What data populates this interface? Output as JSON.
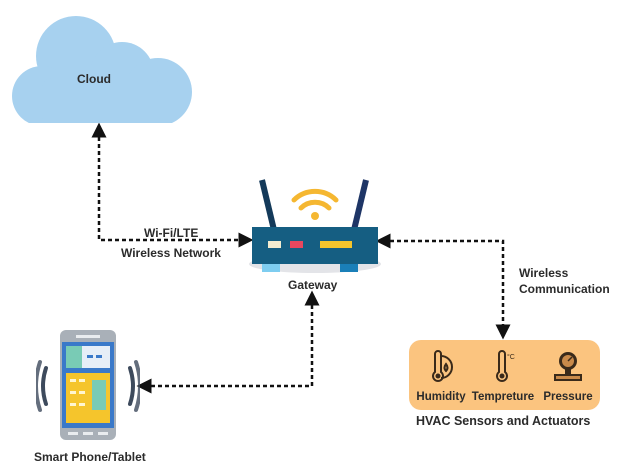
{
  "diagram": {
    "title": "HVAC IoT Architecture",
    "nodes": {
      "cloud": {
        "label": "Cloud",
        "color": "#a7d1ef"
      },
      "gateway": {
        "label": "Gateway",
        "body_color": "#155e82",
        "antenna_color": "#143a5a",
        "wifi_color": "#f5b731",
        "leds": [
          "#f3ecd0",
          "#e8475f",
          "#f5c52c"
        ]
      },
      "phone": {
        "label": "Smart Phone/Tablet",
        "frame_color": "#3a79c9",
        "keypad_color": "#f5c52c",
        "accent_color": "#79cbb5"
      },
      "hvac": {
        "label": "HVAC Sensors and Actuators",
        "box_color": "#fbc47f",
        "sensors": [
          {
            "name": "Humidity",
            "icon": "humidity-thermometer-icon"
          },
          {
            "name": "Tempreture",
            "icon": "thermometer-celsius-icon",
            "unit": "°C"
          },
          {
            "name": "Pressure",
            "icon": "pressure-gauge-icon"
          }
        ]
      }
    },
    "edges": [
      {
        "from": "gateway",
        "to": "cloud",
        "label_line1": "Wi-Fi/LTE",
        "label_line2": "Wireless Network",
        "style": "dotted",
        "bidirectional": true
      },
      {
        "from": "gateway",
        "to": "hvac",
        "label_line1": "Wireless",
        "label_line2": "Communication",
        "style": "dotted",
        "bidirectional": true
      },
      {
        "from": "gateway",
        "to": "phone",
        "label_line1": "",
        "label_line2": "",
        "style": "dotted",
        "bidirectional": true
      }
    ]
  }
}
